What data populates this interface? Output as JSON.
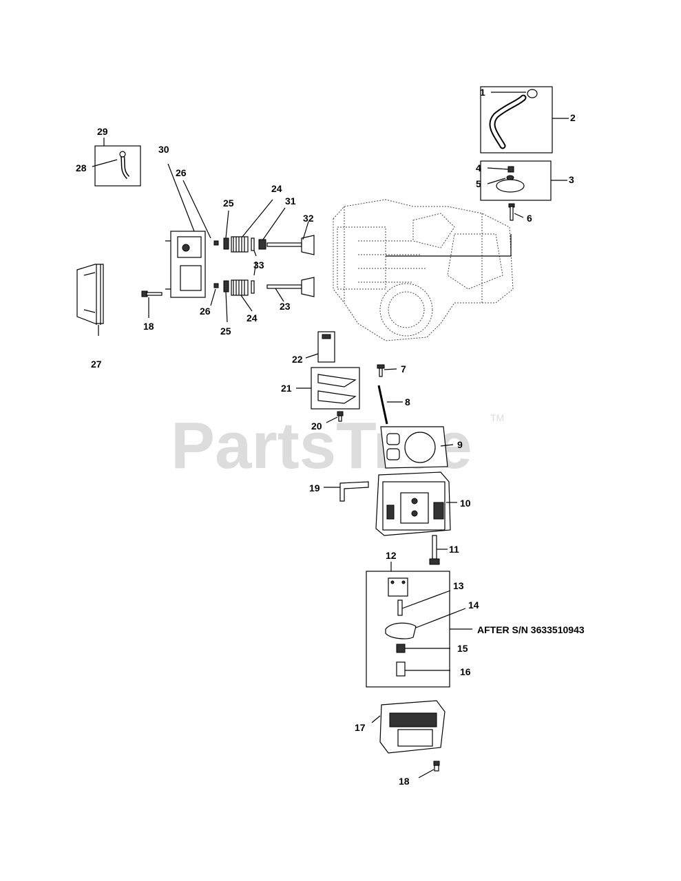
{
  "watermark": {
    "text": "PartsTree",
    "trademark": "TM"
  },
  "note": "AFTER S/N 3633510943",
  "callouts": {
    "c1": "1",
    "c2": "2",
    "c3": "3",
    "c4": "4",
    "c5": "5",
    "c6": "6",
    "c7": "7",
    "c8": "8",
    "c9": "9",
    "c10": "10",
    "c11": "11",
    "c12": "12",
    "c13": "13",
    "c14": "14",
    "c15": "15",
    "c16": "16",
    "c17": "17",
    "c18a": "18",
    "c18b": "18",
    "c19": "19",
    "c20": "20",
    "c21": "21",
    "c22": "22",
    "c23": "23",
    "c24a": "24",
    "c24b": "24",
    "c25a": "25",
    "c25b": "25",
    "c26a": "26",
    "c26b": "26",
    "c27": "27",
    "c28": "28",
    "c29": "29",
    "c30": "30",
    "c31": "31",
    "c32": "32",
    "c33": "33"
  },
  "icons": [
    "hose-icon",
    "gasket-icon",
    "bolt-icon",
    "spring-icon",
    "valve-icon",
    "cylinder-head-icon",
    "valve-cover-icon",
    "engine-block-icon"
  ]
}
